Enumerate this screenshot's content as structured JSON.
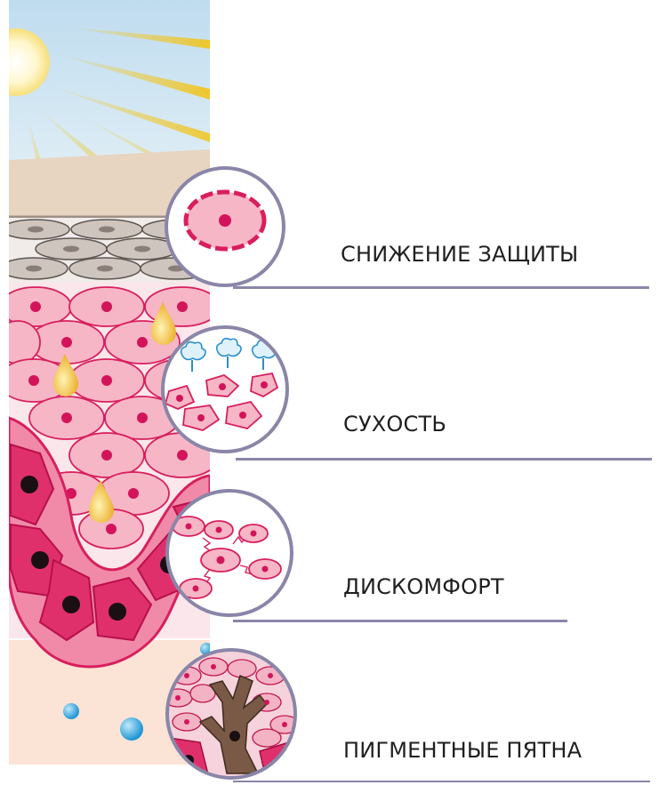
{
  "labels": [
    "СНИЖЕНИЕ ЗАЩИТЫ",
    "СУХОСТЬ",
    "ДИСКОМФОРТ",
    "ПИГМЕНТНЫЕ ПЯТНА"
  ],
  "colors": {
    "sky": "#cfe6f3",
    "sun": "#fff6c9",
    "ray": "#f2c418",
    "surface": "#e8d3bb",
    "horny_cell": "#cfc5bf",
    "horny_nucleus": "#8a7f78",
    "cell": "#f6b6c6",
    "cell_stroke": "#d81f5e",
    "nucleus": "#d3145a",
    "basal": "#e0306c",
    "dermis": "#fbe4d6",
    "melanin": "#7a5a46",
    "droplet": "#f1b51c",
    "bubble": "#35a8dc",
    "circle_stroke": "#8a86a8",
    "rule": "#8a86a8"
  },
  "icons": [
    "membrane-cell-icon",
    "dry-cells-icon",
    "connected-cells-icon",
    "pigment-spot-icon"
  ]
}
